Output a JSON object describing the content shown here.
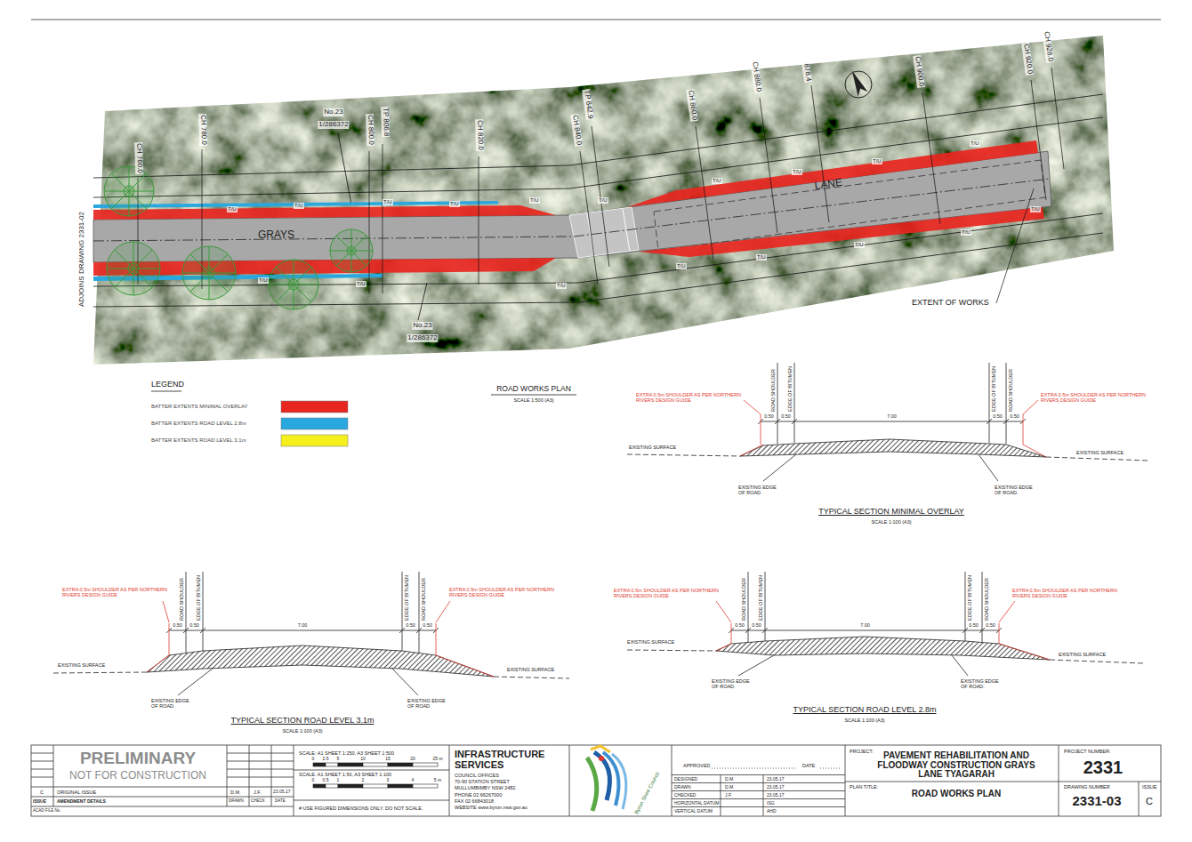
{
  "diagram": {
    "title": "ROAD WORKS PLAN",
    "labels": [
      "CH 760.0",
      "CH 780.0",
      "No.23",
      "1/286372",
      "CH 800.0",
      "TP 806.8",
      "CH 820.0",
      "TP 842.9",
      "CH 840.0",
      "CH 860.0",
      "CH 880.0",
      "878.4",
      "CH 900.0",
      "CH 920.0",
      "CH 928.0",
      "GRAYS",
      "LANE",
      "No.23",
      "1/286372",
      "ADJOINS DRAWING 2331-02",
      "EXTENT OF WORKS",
      "T/U",
      "T/U",
      "T/U",
      "T/U",
      "T/U",
      "T/U",
      "T/U",
      "T/U",
      "T/U",
      "T/U",
      "T/U",
      "T/U",
      "T/U",
      "T/U",
      "T/U",
      "T/U",
      "T/U",
      "T/U",
      "SCALE 1:500 (A3)",
      "LEGEND",
      "EXTRA 0.5m SHOULDER AS PER NORTHERN RIVERS DESIGN GUIDE",
      "ROAD SHOULDER",
      "EDGE OF BITUMEN",
      "EDGE OF BITUMEN",
      "ROAD SHOULDER",
      "EXTRA 0.5m SHOULDER AS PER NORTHERN RIVERS DESIGN GUIDE",
      "0.50",
      "0.50",
      "7.00",
      "0.50",
      "0.50",
      "EXISTING SURFACE",
      "EXISTING SURFACE",
      "EXISTING EDGE OF ROAD.",
      "EXISTING EDGE OF ROAD.",
      "TYPICAL SECTION MINIMAL OVERLAY",
      "SCALE 1:100 (A3)",
      "EXTRA 0.5m SHOULDER AS PER NORTHERN RIVERS DESIGN GUIDE",
      "ROAD SHOULDER",
      "EDGE OF BITUMEN",
      "EDGE OF BITUMEN",
      "ROAD SHOULDER",
      "EXTRA 0.5m SHOULDER AS PER NORTHERN RIVERS DESIGN GUIDE",
      "0.50",
      "0.50",
      "7.00",
      "0.50",
      "0.50",
      "EXISTING SURFACE",
      "EXISTING SURFACE",
      "EXISTING EDGE OF ROAD.",
      "EXISTING EDGE OF ROAD.",
      "TYPICAL SECTION ROAD LEVEL 3.1m",
      "SCALE 1:100 (A3)",
      "EXTRA 0.5m SHOULDER AS PER NORTHERN RIVERS DESIGN GUIDE",
      "ROAD SHOULDER",
      "EDGE OF BITUMEN",
      "EDGE OF BITUMEN",
      "ROAD SHOULDER",
      "EXTRA 0.5m SHOULDER AS PER NORTHERN RIVERS DESIGN GUIDE",
      "0.50",
      "0.50",
      "7.00",
      "0.50",
      "0.50",
      "EXISTING SURFACE",
      "EXISTING SURFACE",
      "EXISTING EDGE OF ROAD.",
      "EXISTING EDGE OF ROAD.",
      "TYPICAL SECTION ROAD LEVEL 2.8m",
      "SCALE 1:100 (A3)",
      "PRELIMINARY",
      "NOT FOR CONSTRUCTION",
      "C",
      "ORIGINAL ISSUE",
      "D.M.",
      "J.F.",
      "23.05.17",
      "ISSUE",
      "AMENDMENT DETAILS",
      "DRAWN",
      "CHECK",
      "DATE",
      "ACAD FILE No.",
      "SCALE: A1 SHEET 1:250, A3 SHEET 1:500",
      "0",
      "2.5",
      "5",
      "10",
      "15",
      "20",
      "25 m",
      "SCALE: A1 SHEET 1:50, A3 SHEET 1:100",
      "0",
      "0.5",
      "1",
      "2",
      "3",
      "4",
      "5 m",
      "# USE FIGURED DIMENSIONS ONLY. DO NOT SCALE.",
      "INFRASTRUCTURE SERVICES",
      "COUNCIL OFFICES",
      "70-90 STATION STREET",
      "MULLUMBIMBY NSW 2482.",
      "PHONE 02 66267000",
      "FAX 02 66843018",
      "WEBSITE www.byron.nsw.gov.au",
      "Byron Shire Council",
      "APPROVED",
      "DATE",
      "DESIGNED",
      "D.M.",
      "23.05.17",
      "DRAWN",
      "D.M.",
      "23.05.17",
      "CHECKED",
      "J.F.",
      "23.05.17",
      "HORIZONTAL DATUM",
      "ISG",
      "VERTICAL DATUM",
      "AHD",
      "PROJECT:",
      "PAVEMENT REHABILITATION AND FLOODWAY CONSTRUCTION GRAYS LANE TYAGARAH",
      "PLAN TITLE:",
      "ROAD WORKS PLAN",
      "PROJECT NUMBER:",
      "2331",
      "DRAWING NUMBER",
      "ISSUE",
      "2331-03",
      "C"
    ],
    "legend": [
      {
        "text": "BATTER EXTENTS MINIMAL OVERLAY",
        "color": "#e8261f"
      },
      {
        "text": "BATTER EXTENTS ROAD LEVEL 2.8m",
        "color": "#29a8e0"
      },
      {
        "text": "BATTER EXTENTS ROAD LEVEL 3.1m",
        "color": "#f5ef1e"
      }
    ]
  }
}
